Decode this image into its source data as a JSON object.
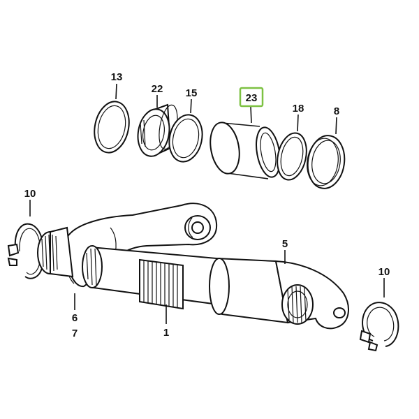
{
  "figure": {
    "highlight_color": "#7dc142",
    "highlighted_part": "23",
    "callouts": {
      "p13": "13",
      "p22": "22",
      "p15": "15",
      "p23": "23",
      "p18": "18",
      "p8": "8",
      "p10_left": "10",
      "p5": "5",
      "p6": "6",
      "p7": "7",
      "p1": "1",
      "p10_right": "10"
    }
  }
}
